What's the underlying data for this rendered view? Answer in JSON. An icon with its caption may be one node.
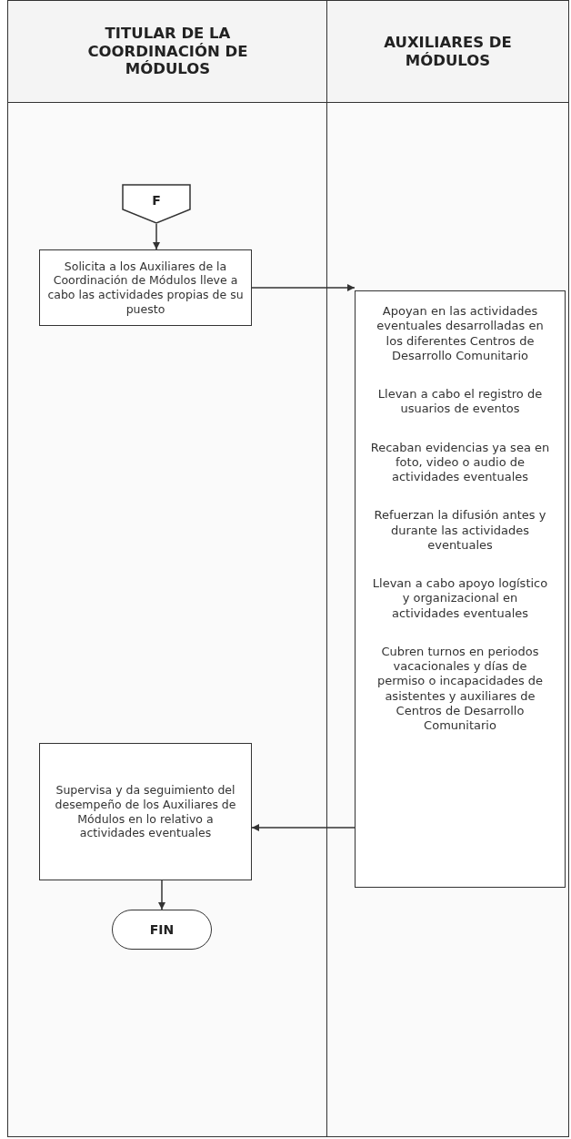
{
  "diagram": {
    "nodes": [
      {
        "text": [
          "TITULAR DE LA COORDINACIÓN DE MÓDULOS"
        ]
      },
      {
        "text": [
          "AUXILIARES DE MÓDULOS"
        ]
      },
      {
        "text": [
          "F"
        ],
        "in": 0
      },
      {
        "text": [
          "Solicita a los Auxiliares de la Coordinación de Módulos lleve a cabo las actividades propias de su puesto"
        ],
        "in": 0
      },
      {
        "text": [
          "Apoyan en las actividades eventuales desarrolladas en los diferentes Centros de Desarrollo Comunitario",
          "Llevan a cabo el registro de usuarios de eventos",
          "Recaban evidencias ya sea en foto, video o audio de actividades eventuales",
          "Refuerzan la difusión antes y durante las actividades eventuales",
          "Llevan a cabo apoyo logístico y organizacional en actividades eventuales",
          "Cubren turnos en periodos vacacionales y días de permiso o incapacidades de asistentes y auxiliares de Centros de Desarrollo Comunitario"
        ],
        "in": 1
      },
      {
        "text": [
          "Supervisa y da seguimiento del desempeño de los Auxiliares de Módulos en lo relativo a actividades eventuales"
        ],
        "in": 0
      },
      {
        "text": [
          "FIN"
        ],
        "in": 0
      }
    ],
    "edges": [
      {
        "from": 2,
        "to": 3,
        "arrow": "to"
      },
      {
        "from": 3,
        "to": 4,
        "arrow": "to"
      },
      {
        "from": 4,
        "to": 5,
        "arrow": "to"
      },
      {
        "from": 5,
        "to": 6,
        "arrow": "to"
      }
    ]
  }
}
